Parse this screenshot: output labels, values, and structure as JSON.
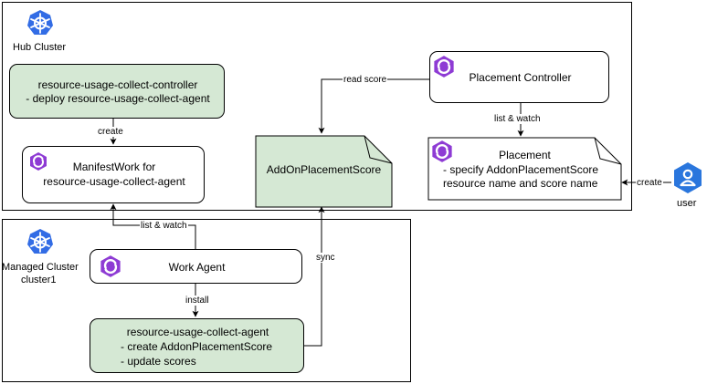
{
  "hub": {
    "title": "Hub Cluster"
  },
  "managed": {
    "title_line1": "Managed Cluster",
    "title_line2": "cluster1"
  },
  "nodes": {
    "controller": {
      "line1": "resource-usage-collect-controller",
      "line2": "-   deploy resource-usage-collect-agent"
    },
    "manifestwork": {
      "line1": "ManifestWork for",
      "line2": "resource-usage-collect-agent"
    },
    "addon_score": {
      "label": "AddOnPlacementScore"
    },
    "placement_controller": {
      "label": "Placement Controller"
    },
    "placement": {
      "line1": "Placement",
      "line2": "- specify AddonPlacementScore",
      "line3": "resource name and score name"
    },
    "work_agent": {
      "label": "Work Agent"
    },
    "agent": {
      "line1": "resource-usage-collect-agent",
      "line2": "- create AddonPlacementScore",
      "line3": "- update scores"
    },
    "user": {
      "label": "user"
    }
  },
  "edges": {
    "create_1": "create",
    "read_score": "read score",
    "list_watch_1": "list & watch",
    "create_2": "create",
    "list_watch_2": "list & watch",
    "sync": "sync",
    "install": "install"
  },
  "colors": {
    "green_fill": "#d5e8d4",
    "k8s_blue": "#326ce5",
    "ocm_purple": "#8e3bd4",
    "user_blue": "#2a76dd"
  },
  "icons": {
    "kubernetes": "kubernetes-icon",
    "ocm": "open-cluster-management-icon",
    "user": "user-icon"
  }
}
